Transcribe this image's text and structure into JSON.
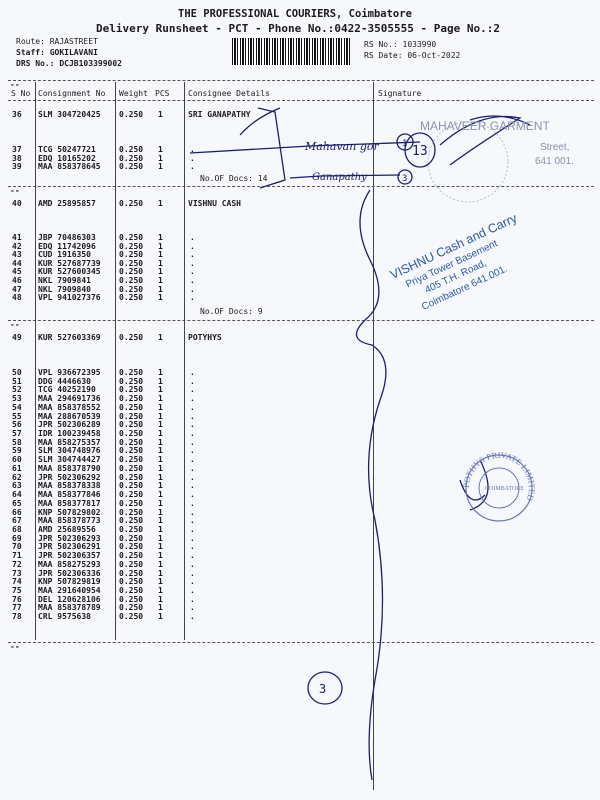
{
  "header": {
    "company": "THE PROFESSIONAL COURIERS, Coimbatore",
    "subtitle": "Delivery Runsheet - PCT - Phone No.:0422-3505555 - Page No.:2",
    "route": "Route: RAJASTREET",
    "staff": "Staff: GOKILAVANI",
    "drs": "DRS No.: DCJB103399002",
    "rs_no": "RS No.: 1033990",
    "rs_date": "RS Date: 06-Oct-2022"
  },
  "columns": {
    "sno": "S No",
    "consignment": "Consignment No",
    "weight": "Weight",
    "pcs": "PCS",
    "consignee": "Consignee Details",
    "signature": "Signature"
  },
  "separator": "--",
  "groups": [
    {
      "consignee": "SRI GANAPATHY",
      "docs": "No.OF Docs: 14",
      "rows": [
        [
          "36",
          "SLM 304720425",
          "0.250",
          "1"
        ],
        [
          "37",
          "TCG 50247721",
          "0.250",
          "1"
        ],
        [
          "38",
          "EDQ 10165202",
          "0.250",
          "1"
        ],
        [
          "39",
          "MAA 858378645",
          "0.250",
          "1"
        ]
      ]
    },
    {
      "consignee": "VISHNU CASH",
      "docs": "No.OF Docs: 9",
      "rows": [
        [
          "40",
          "AMD 25895857",
          "0.250",
          "1"
        ],
        [
          "41",
          "JBP 70486303",
          "0.250",
          "1"
        ],
        [
          "42",
          "EDQ 11742096",
          "0.250",
          "1"
        ],
        [
          "43",
          "CUD 1916350",
          "0.250",
          "1"
        ],
        [
          "44",
          "KUR 527687739",
          "0.250",
          "1"
        ],
        [
          "45",
          "KUR 527600345",
          "0.250",
          "1"
        ],
        [
          "46",
          "NKL 7909841",
          "0.250",
          "1"
        ],
        [
          "47",
          "NKL 7909840",
          "0.250",
          "1"
        ],
        [
          "48",
          "VPL 941027376",
          "0.250",
          "1"
        ]
      ]
    },
    {
      "consignee": "POTYHYS",
      "docs": "",
      "rows": [
        [
          "49",
          "KUR 527603369",
          "0.250",
          "1"
        ],
        [
          "50",
          "VPL 936672395",
          "0.250",
          "1"
        ],
        [
          "51",
          "DDG 4446630",
          "0.250",
          "1"
        ],
        [
          "52",
          "TCG 40252190",
          "0.250",
          "1"
        ],
        [
          "53",
          "MAA 294691736",
          "0.250",
          "1"
        ],
        [
          "54",
          "MAA 858378552",
          "0.250",
          "1"
        ],
        [
          "55",
          "MAA 288670539",
          "0.250",
          "1"
        ],
        [
          "56",
          "JPR 502306289",
          "0.250",
          "1"
        ],
        [
          "57",
          "IDR 100239458",
          "0.250",
          "1"
        ],
        [
          "58",
          "MAA 858275357",
          "0.250",
          "1"
        ],
        [
          "59",
          "SLM 304748976",
          "0.250",
          "1"
        ],
        [
          "60",
          "SLM 304744427",
          "0.250",
          "1"
        ],
        [
          "61",
          "MAA 858378790",
          "0.250",
          "1"
        ],
        [
          "62",
          "JPR 502306292",
          "0.250",
          "1"
        ],
        [
          "63",
          "MAA 858378338",
          "0.250",
          "1"
        ],
        [
          "64",
          "MAA 858377846",
          "0.250",
          "1"
        ],
        [
          "65",
          "MAA 858377817",
          "0.250",
          "1"
        ],
        [
          "66",
          "KNP 507829802",
          "0.250",
          "1"
        ],
        [
          "67",
          "MAA 858378773",
          "0.250",
          "1"
        ],
        [
          "68",
          "AMD 25689556",
          "0.250",
          "1"
        ],
        [
          "69",
          "JPR 502306293",
          "0.250",
          "1"
        ],
        [
          "70",
          "JPR 502306291",
          "0.250",
          "1"
        ],
        [
          "71",
          "JPR 502306357",
          "0.250",
          "1"
        ],
        [
          "72",
          "MAA 858275293",
          "0.250",
          "1"
        ],
        [
          "73",
          "JPR 502306336",
          "0.250",
          "1"
        ],
        [
          "74",
          "KNP 507829819",
          "0.250",
          "1"
        ],
        [
          "75",
          "MAA 291640954",
          "0.250",
          "1"
        ],
        [
          "76",
          "DEL 120628106",
          "0.250",
          "1"
        ],
        [
          "77",
          "MAA 858378789",
          "0.250",
          "1"
        ],
        [
          "78",
          "CRL 9575638",
          "0.250",
          "1"
        ]
      ]
    }
  ],
  "handwriting": {
    "name1": "Mahavan gor",
    "name2": "Ganapathy",
    "circle1": "1",
    "circle13": "13",
    "circle3": "3",
    "page_mark": "3"
  },
  "stamps": {
    "mahaveer": [
      "MAHAVEER GARMENT",
      "Street,",
      "641 001."
    ],
    "vishnu": [
      "VISHNU Cash and Carry",
      "Priya Tower Basement",
      "405 T.H. Road,",
      "Coimbatore 641 001."
    ],
    "pothys": [
      "POTHYS PRIVATE LIMITED",
      "COIMBATORE"
    ]
  },
  "colors": {
    "ink": "#1b1f6e",
    "stamp_blue": "#2a5aa8",
    "stamp_gray": "#8a93a8",
    "pothys": "#6a78b0"
  }
}
